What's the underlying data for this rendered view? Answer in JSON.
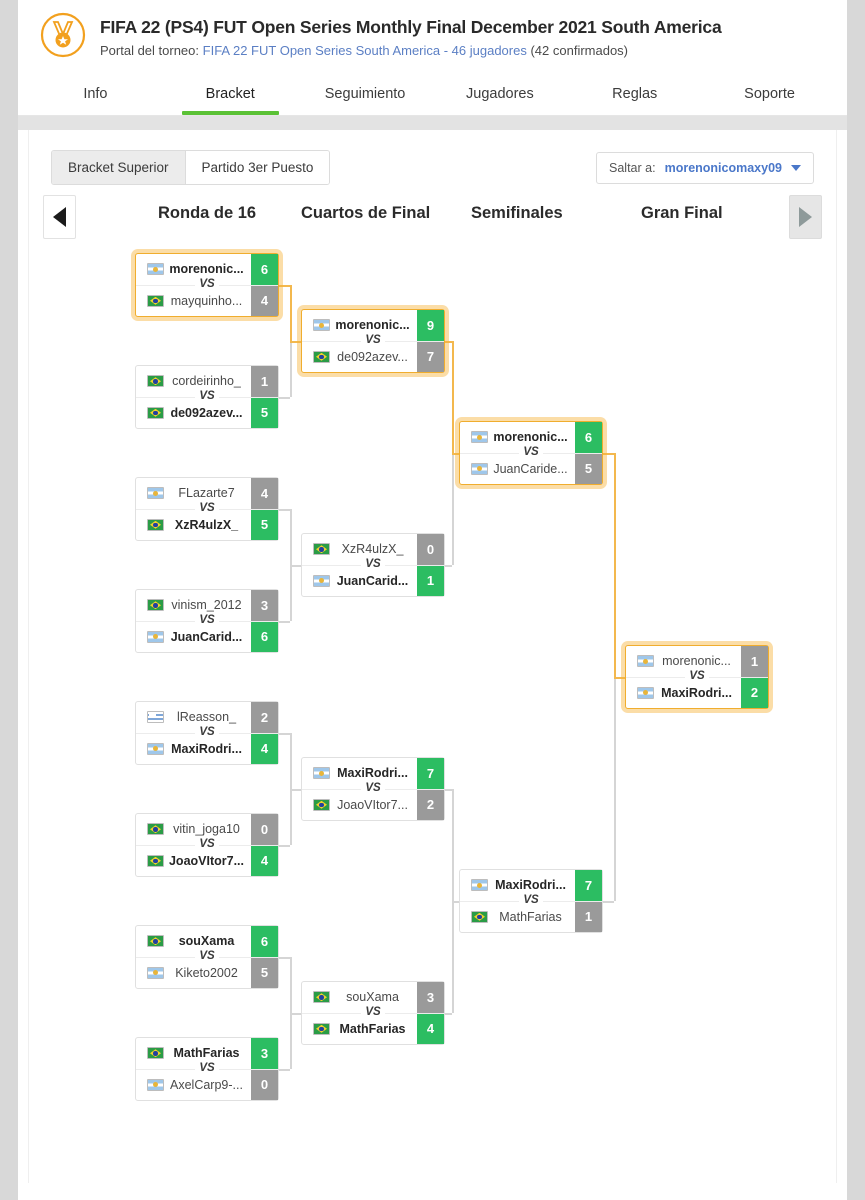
{
  "header": {
    "icon": "medal-icon",
    "title": "FIFA 22 (PS4) FUT Open Series Monthly Final December 2021 South America",
    "portal_prefix": "Portal del torneo:",
    "portal_link": "FIFA 22 FUT Open Series South America - 46 jugadores",
    "portal_suffix": "(42 confirmados)",
    "accent_green": "#5bc236",
    "accent_orange": "#f0ad2e",
    "link_blue": "#5b7fc4"
  },
  "nav_tabs": [
    {
      "label": "Info",
      "active": false
    },
    {
      "label": "Bracket",
      "active": true
    },
    {
      "label": "Seguimiento",
      "active": false
    },
    {
      "label": "Jugadores",
      "active": false
    },
    {
      "label": "Reglas",
      "active": false
    },
    {
      "label": "Soporte",
      "active": false
    }
  ],
  "toolbar": {
    "segments": [
      {
        "label": "Bracket Superior",
        "active": true
      },
      {
        "label": "Partido 3er Puesto",
        "active": false
      }
    ],
    "jump": {
      "label": "Saltar a:",
      "value": "morenonicomaxy09",
      "icon": "chevron-down-icon"
    }
  },
  "round_nav": {
    "prev_icon": "arrow-left-icon",
    "next_icon": "arrow-right-icon",
    "prev_enabled": true,
    "next_enabled": false,
    "rounds": [
      {
        "label": "Ronda de 16"
      },
      {
        "label": "Cuartos de Final"
      },
      {
        "label": "Semifinales"
      },
      {
        "label": "Gran Final"
      }
    ]
  },
  "matches": {
    "r16": [
      {
        "top": {
          "name": "morenonic...",
          "flag": "ar",
          "score": "6",
          "winner": true
        },
        "bottom": {
          "name": "mayquinho...",
          "flag": "br",
          "score": "4",
          "winner": false
        },
        "highlighted": true
      },
      {
        "top": {
          "name": "cordeirinho_",
          "flag": "br",
          "score": "1",
          "winner": false
        },
        "bottom": {
          "name": "de092azev...",
          "flag": "br",
          "score": "5",
          "winner": true
        },
        "highlighted": false
      },
      {
        "top": {
          "name": "FLazarte7",
          "flag": "ar",
          "score": "4",
          "winner": false
        },
        "bottom": {
          "name": "XzR4ulzX_",
          "flag": "br",
          "score": "5",
          "winner": true
        },
        "highlighted": false
      },
      {
        "top": {
          "name": "vinism_2012",
          "flag": "br",
          "score": "3",
          "winner": false
        },
        "bottom": {
          "name": "JuanCarid...",
          "flag": "ar",
          "score": "6",
          "winner": true
        },
        "highlighted": false
      },
      {
        "top": {
          "name": "lReasson_",
          "flag": "uy",
          "score": "2",
          "winner": false
        },
        "bottom": {
          "name": "MaxiRodri...",
          "flag": "ar",
          "score": "4",
          "winner": true
        },
        "highlighted": false
      },
      {
        "top": {
          "name": "vitin_joga10",
          "flag": "br",
          "score": "0",
          "winner": false
        },
        "bottom": {
          "name": "JoaoVItor7...",
          "flag": "br",
          "score": "4",
          "winner": true
        },
        "highlighted": false
      },
      {
        "top": {
          "name": "souXama",
          "flag": "br",
          "score": "6",
          "winner": true
        },
        "bottom": {
          "name": "Kiketo2002",
          "flag": "ar",
          "score": "5",
          "winner": false
        },
        "highlighted": false
      },
      {
        "top": {
          "name": "MathFarias",
          "flag": "br",
          "score": "3",
          "winner": true
        },
        "bottom": {
          "name": "AxelCarp9-...",
          "flag": "ar",
          "score": "0",
          "winner": false
        },
        "highlighted": false
      }
    ],
    "qf": [
      {
        "top": {
          "name": "morenonic...",
          "flag": "ar",
          "score": "9",
          "winner": true
        },
        "bottom": {
          "name": "de092azev...",
          "flag": "br",
          "score": "7",
          "winner": false
        },
        "highlighted": true
      },
      {
        "top": {
          "name": "XzR4ulzX_",
          "flag": "br",
          "score": "0",
          "winner": false
        },
        "bottom": {
          "name": "JuanCarid...",
          "flag": "ar",
          "score": "1",
          "winner": true
        },
        "highlighted": false
      },
      {
        "top": {
          "name": "MaxiRodri...",
          "flag": "ar",
          "score": "7",
          "winner": true
        },
        "bottom": {
          "name": "JoaoVItor7...",
          "flag": "br",
          "score": "2",
          "winner": false
        },
        "highlighted": false
      },
      {
        "top": {
          "name": "souXama",
          "flag": "br",
          "score": "3",
          "winner": false
        },
        "bottom": {
          "name": "MathFarias",
          "flag": "br",
          "score": "4",
          "winner": true
        },
        "highlighted": false
      }
    ],
    "sf": [
      {
        "top": {
          "name": "morenonic...",
          "flag": "ar",
          "score": "6",
          "winner": true
        },
        "bottom": {
          "name": "JuanCaride...",
          "flag": "ar",
          "score": "5",
          "winner": false
        },
        "highlighted": true
      },
      {
        "top": {
          "name": "MaxiRodri...",
          "flag": "ar",
          "score": "7",
          "winner": true
        },
        "bottom": {
          "name": "MathFarias",
          "flag": "br",
          "score": "1",
          "winner": false
        },
        "highlighted": false
      }
    ],
    "final": [
      {
        "top": {
          "name": "morenonic...",
          "flag": "ar",
          "score": "1",
          "winner": false
        },
        "bottom": {
          "name": "MaxiRodri...",
          "flag": "ar",
          "score": "2",
          "winner": true
        },
        "highlighted": true
      }
    ]
  },
  "vs_label": "VS"
}
